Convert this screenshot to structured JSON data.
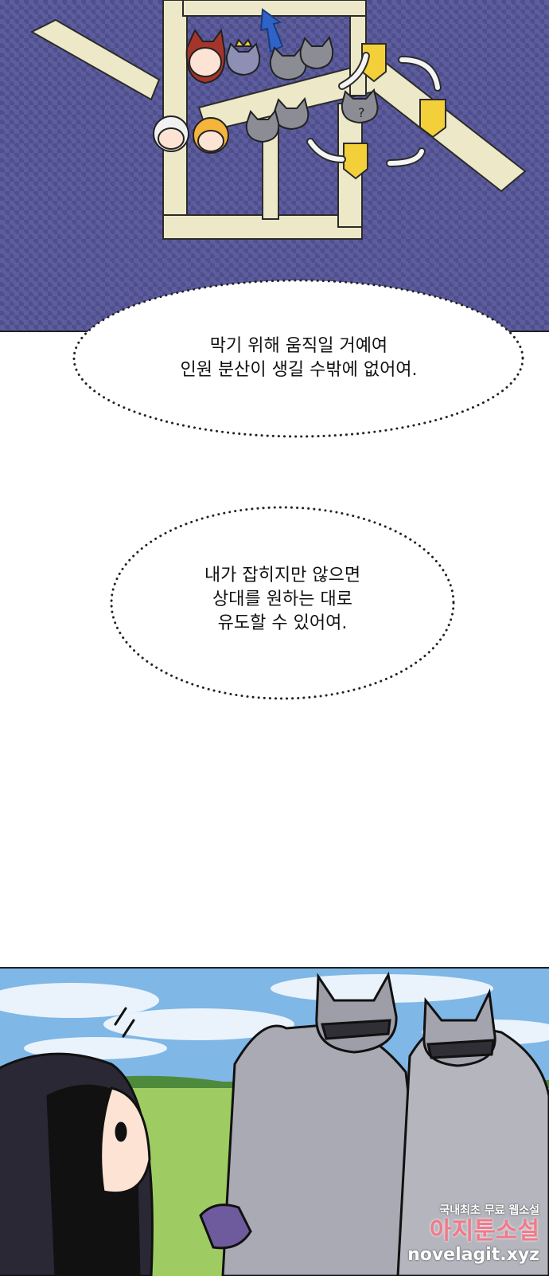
{
  "bubbles": [
    {
      "lines": "막기 위해 움직일 거예여\n인원 분산이 생길 수밖에 없어여."
    },
    {
      "lines": "내가 잡히지만 않으면\n상대를 원하는 대로\n유도할 수 있어여."
    }
  ],
  "map_panel": {
    "question_mark": "?"
  },
  "watermark": {
    "tagline": "국내최초 무료 웹소설",
    "brand": "아지툰소설",
    "url": "novelagit.xyz"
  },
  "colors": {
    "map_background": "#4f4f8e",
    "path": "#ece8c8",
    "shield": "#f3cf3a",
    "arrow_blue": "#2f63c8",
    "sky": "#7fb7e6",
    "grass": "#9fcc62",
    "cloak": "#a9aab3",
    "hood_dark": "#2a2835"
  }
}
